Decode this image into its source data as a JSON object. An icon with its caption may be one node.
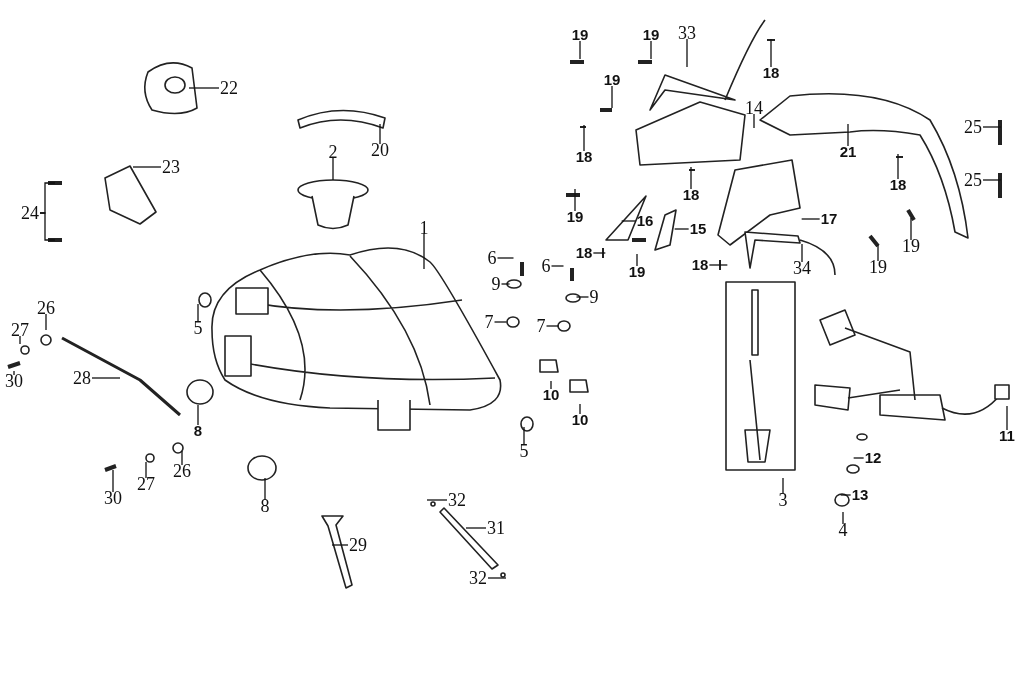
{
  "diagram": {
    "nodes": [
      {
        "text": [
          "22"
        ]
      },
      {
        "text": [
          "20"
        ]
      },
      {
        "text": [
          "2"
        ]
      },
      {
        "text": [
          "23"
        ]
      },
      {
        "text": [
          "24"
        ]
      },
      {
        "text": [
          "1"
        ]
      },
      {
        "text": [
          "6"
        ]
      },
      {
        "text": [
          "6"
        ]
      },
      {
        "text": [
          "9"
        ]
      },
      {
        "text": [
          "9"
        ]
      },
      {
        "text": [
          "7"
        ]
      },
      {
        "text": [
          "7"
        ]
      },
      {
        "text": [
          "5"
        ]
      },
      {
        "text": [
          "5"
        ]
      },
      {
        "text": [
          "10"
        ]
      },
      {
        "text": [
          "10"
        ]
      },
      {
        "text": [
          "8"
        ]
      },
      {
        "text": [
          "8"
        ]
      },
      {
        "text": [
          "26"
        ]
      },
      {
        "text": [
          "26"
        ]
      },
      {
        "text": [
          "27"
        ]
      },
      {
        "text": [
          "27"
        ]
      },
      {
        "text": [
          "28"
        ]
      },
      {
        "text": [
          "30"
        ]
      },
      {
        "text": [
          "30"
        ]
      },
      {
        "text": [
          "29"
        ]
      },
      {
        "text": [
          "31"
        ]
      },
      {
        "text": [
          "32"
        ]
      },
      {
        "text": [
          "32"
        ]
      },
      {
        "text": [
          "19"
        ]
      },
      {
        "text": [
          "19"
        ]
      },
      {
        "text": [
          "33"
        ]
      },
      {
        "text": [
          "18"
        ]
      },
      {
        "text": [
          "19"
        ]
      },
      {
        "text": [
          "14"
        ]
      },
      {
        "text": [
          "21"
        ]
      },
      {
        "text": [
          "25"
        ]
      },
      {
        "text": [
          "18"
        ]
      },
      {
        "text": [
          "25"
        ]
      },
      {
        "text": [
          "18"
        ]
      },
      {
        "text": [
          "19"
        ]
      },
      {
        "text": [
          "16"
        ]
      },
      {
        "text": [
          "15"
        ]
      },
      {
        "text": [
          "17"
        ]
      },
      {
        "text": [
          "18"
        ]
      },
      {
        "text": [
          "19"
        ]
      },
      {
        "text": [
          "18"
        ]
      },
      {
        "text": [
          "19"
        ]
      },
      {
        "text": [
          "19"
        ]
      },
      {
        "text": [
          "18"
        ]
      },
      {
        "text": [
          "34"
        ]
      },
      {
        "text": [
          "3"
        ]
      },
      {
        "text": [
          "11"
        ]
      },
      {
        "text": [
          "12"
        ]
      },
      {
        "text": [
          "13"
        ]
      },
      {
        "text": [
          "4"
        ]
      }
    ],
    "edges": [
      {
        "from": 0,
        "to": null,
        "arrow": "none"
      },
      {
        "from": 1,
        "to": null,
        "arrow": "none"
      },
      {
        "from": 2,
        "to": null,
        "arrow": "none"
      },
      {
        "from": 3,
        "to": null,
        "arrow": "none"
      },
      {
        "from": 4,
        "to": null,
        "arrow": "none"
      },
      {
        "from": 4,
        "to": null,
        "arrow": "none"
      },
      {
        "from": 5,
        "to": null,
        "arrow": "none"
      },
      {
        "from": 6,
        "to": null,
        "arrow": "none"
      },
      {
        "from": 7,
        "to": null,
        "arrow": "none"
      },
      {
        "from": 8,
        "to": null,
        "arrow": "none"
      },
      {
        "from": 9,
        "to": null,
        "arrow": "none"
      },
      {
        "from": 10,
        "to": null,
        "arrow": "none"
      },
      {
        "from": 11,
        "to": null,
        "arrow": "none"
      },
      {
        "from": 12,
        "to": null,
        "arrow": "none"
      },
      {
        "from": 13,
        "to": null,
        "arrow": "none"
      },
      {
        "from": 14,
        "to": null,
        "arrow": "none"
      },
      {
        "from": 15,
        "to": null,
        "arrow": "none"
      },
      {
        "from": 16,
        "to": null,
        "arrow": "none"
      },
      {
        "from": 17,
        "to": null,
        "arrow": "none"
      },
      {
        "from": 18,
        "to": null,
        "arrow": "none"
      },
      {
        "from": 19,
        "to": null,
        "arrow": "none"
      },
      {
        "from": 20,
        "to": null,
        "arrow": "none"
      },
      {
        "from": 21,
        "to": null,
        "arrow": "none"
      },
      {
        "from": 22,
        "to": null,
        "arrow": "none"
      },
      {
        "from": 23,
        "to": null,
        "arrow": "none"
      },
      {
        "from": 24,
        "to": null,
        "arrow": "none"
      },
      {
        "from": 25,
        "to": null,
        "arrow": "none"
      },
      {
        "from": 26,
        "to": null,
        "arrow": "none"
      },
      {
        "from": 27,
        "to": null,
        "arrow": "none"
      },
      {
        "from": 28,
        "to": null,
        "arrow": "none"
      },
      {
        "from": 29,
        "to": null,
        "arrow": "none"
      },
      {
        "from": 30,
        "to": null,
        "arrow": "none"
      },
      {
        "from": 31,
        "to": null,
        "arrow": "none"
      },
      {
        "from": 32,
        "to": null,
        "arrow": "none"
      },
      {
        "from": 33,
        "to": null,
        "arrow": "none"
      },
      {
        "from": 34,
        "to": null,
        "arrow": "none"
      },
      {
        "from": 35,
        "to": null,
        "arrow": "none"
      },
      {
        "from": 36,
        "to": null,
        "arrow": "none"
      },
      {
        "from": 37,
        "to": null,
        "arrow": "none"
      },
      {
        "from": 38,
        "to": null,
        "arrow": "none"
      },
      {
        "from": 39,
        "to": null,
        "arrow": "none"
      },
      {
        "from": 40,
        "to": null,
        "arrow": "none"
      },
      {
        "from": 41,
        "to": null,
        "arrow": "none"
      },
      {
        "from": 42,
        "to": null,
        "arrow": "none"
      },
      {
        "from": 43,
        "to": null,
        "arrow": "none"
      },
      {
        "from": 44,
        "to": null,
        "arrow": "none"
      },
      {
        "from": 45,
        "to": null,
        "arrow": "none"
      },
      {
        "from": 46,
        "to": null,
        "arrow": "none"
      },
      {
        "from": 47,
        "to": null,
        "arrow": "none"
      },
      {
        "from": 48,
        "to": null,
        "arrow": "none"
      },
      {
        "from": 49,
        "to": null,
        "arrow": "none"
      },
      {
        "from": 50,
        "to": null,
        "arrow": "none"
      },
      {
        "from": 51,
        "to": null,
        "arrow": "none"
      },
      {
        "from": 52,
        "to": null,
        "arrow": "none"
      },
      {
        "from": 53,
        "to": null,
        "arrow": "none"
      },
      {
        "from": 54,
        "to": null,
        "arrow": "none"
      },
      {
        "from": 55,
        "to": null,
        "arrow": "none"
      }
    ]
  }
}
